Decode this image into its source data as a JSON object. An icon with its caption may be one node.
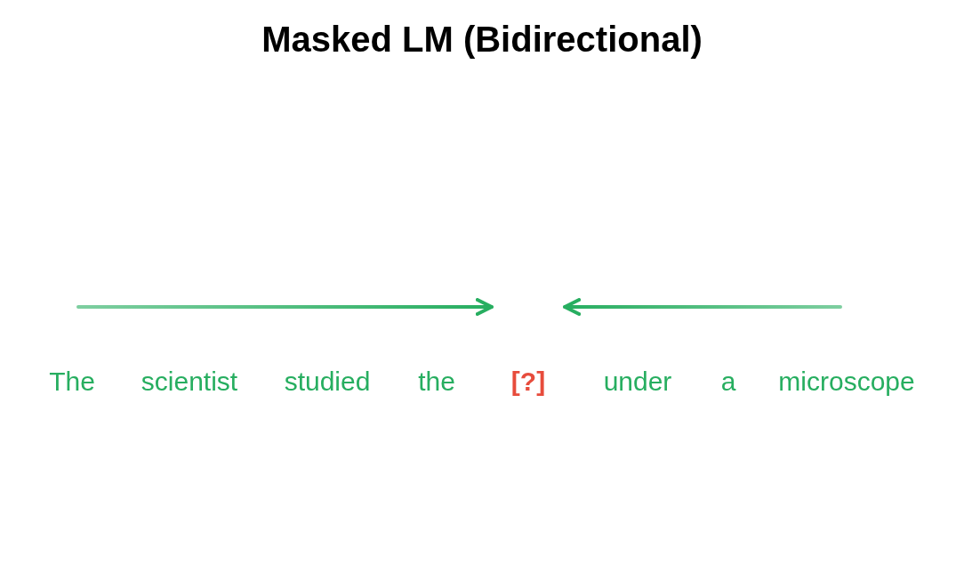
{
  "diagram": {
    "title": "Masked LM (Bidirectional)",
    "nodes": [
      {
        "text": [
          "The"
        ]
      },
      {
        "text": [
          "scientist"
        ]
      },
      {
        "text": [
          "studied"
        ]
      },
      {
        "text": [
          "the"
        ]
      },
      {
        "text": [
          "[?]"
        ]
      },
      {
        "text": [
          "under"
        ]
      },
      {
        "text": [
          "a"
        ]
      },
      {
        "text": [
          "microscope"
        ]
      }
    ],
    "edges": [
      {
        "from": null,
        "to": 4,
        "arrow": "to",
        "color": "#27ae60"
      },
      {
        "from": null,
        "to": 4,
        "arrow": "to",
        "color": "#27ae60"
      }
    ]
  }
}
